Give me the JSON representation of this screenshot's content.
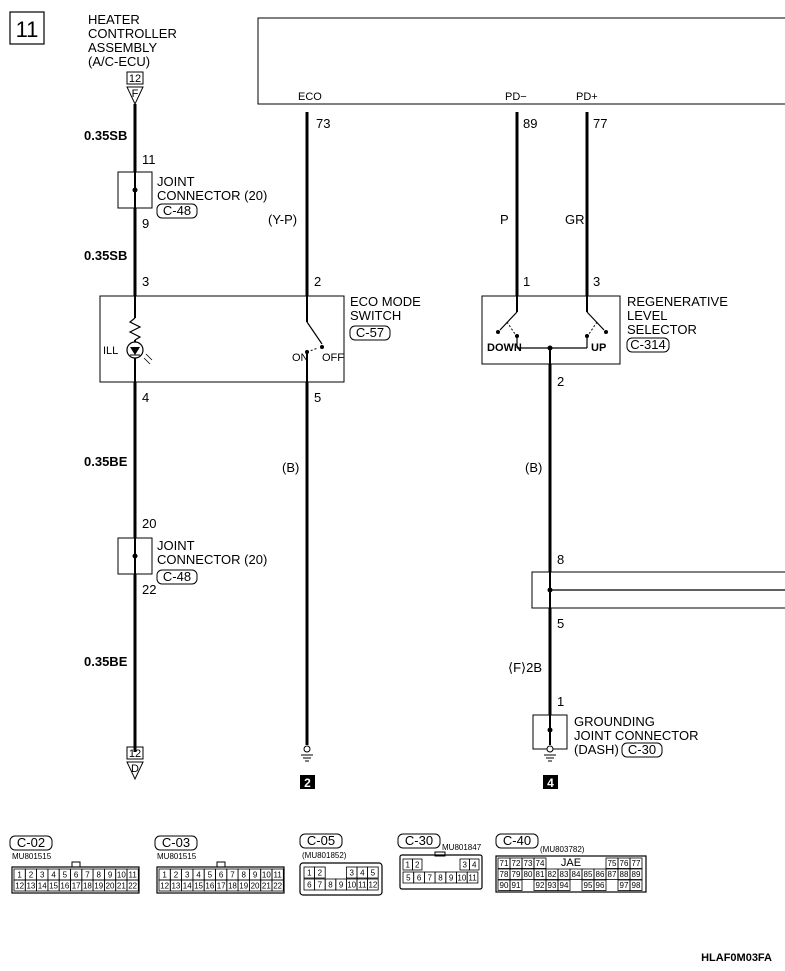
{
  "page_number": "11",
  "heater": {
    "title_lines": [
      "HEATER",
      "CONTROLLER",
      "ASSEMBLY",
      "(A/C-ECU)"
    ],
    "conn_num": "12",
    "conn_letter": "F",
    "wire1": "0.35SB",
    "pin_11": "11",
    "pin_9": "9",
    "wire2": "0.35SB",
    "pin_3": "3",
    "pin_4": "4",
    "wire3": "0.35BE",
    "pin_20": "20",
    "pin_22": "22",
    "wire4": "0.35BE",
    "bottom_conn_num": "12",
    "bottom_conn_letter": "D"
  },
  "jc1": {
    "lines": [
      "JOINT",
      "CONNECTOR (20)"
    ],
    "code": "C-48"
  },
  "jc2": {
    "lines": [
      "JOINT",
      "CONNECTOR (20)"
    ],
    "code": "C-48"
  },
  "ill_label": "ILL",
  "ecu_signals": {
    "eco": "ECO",
    "pdm": "PD−",
    "pdp": "PD+"
  },
  "eco": {
    "pin_73": "73",
    "wire1": "(Y-P)",
    "pin_2": "2",
    "pin_5": "5",
    "wire2": "(B)",
    "on": "ON",
    "off": "OFF",
    "title_lines": [
      "ECO MODE",
      "SWITCH"
    ],
    "code": "C-57",
    "ground_ref": "2"
  },
  "regen": {
    "pin_89": "89",
    "pin_77": "77",
    "wire_p": "P",
    "wire_gr": "GR",
    "pin_1": "1",
    "pin_3": "3",
    "down": "DOWN",
    "up": "UP",
    "title_lines": [
      "REGENERATIVE",
      "LEVEL",
      "SELECTOR"
    ],
    "code": "C-314",
    "pin_2": "2",
    "wire_b": "(B)",
    "pin_8": "8",
    "pin_5": "5",
    "wire_2b": "⟨F⟩2B",
    "pin_1b": "1"
  },
  "gjc": {
    "lines": [
      "GROUNDING",
      "JOINT CONNECTOR",
      "(DASH)"
    ],
    "code": "C-30",
    "ground_ref": "4"
  },
  "connectors": {
    "c02": {
      "code": "C-02",
      "part": "MU801515",
      "row1": [
        "1",
        "2",
        "3",
        "4",
        "5",
        "6",
        "7",
        "8",
        "9",
        "10",
        "11"
      ],
      "row2": [
        "12",
        "13",
        "14",
        "15",
        "16",
        "17",
        "18",
        "19",
        "20",
        "21",
        "22"
      ]
    },
    "c03": {
      "code": "C-03",
      "part": "MU801515",
      "row1": [
        "1",
        "2",
        "3",
        "4",
        "5",
        "6",
        "7",
        "8",
        "9",
        "10",
        "11"
      ],
      "row2": [
        "12",
        "13",
        "14",
        "15",
        "16",
        "17",
        "18",
        "19",
        "20",
        "21",
        "22"
      ]
    },
    "c05": {
      "code": "C-05",
      "part": "(MU801852)",
      "row1": [
        "1",
        "2",
        "",
        "",
        "3",
        "4",
        "5"
      ],
      "row2": [
        "6",
        "7",
        "8",
        "9",
        "10",
        "11",
        "12"
      ]
    },
    "c30": {
      "code": "C-30",
      "part": "MU801847",
      "row1": [
        "1",
        "2",
        "",
        "",
        "",
        "",
        "3",
        "4"
      ],
      "row2": [
        "5",
        "6",
        "7",
        "8",
        "9",
        "10",
        "11"
      ]
    },
    "c40": {
      "code": "C-40",
      "part": "(MU803782)",
      "jae": "JAE",
      "row1": [
        "71",
        "72",
        "73",
        "74",
        "",
        "",
        "",
        "",
        "",
        "75",
        "76",
        "77"
      ],
      "row2": [
        "78",
        "79",
        "80",
        "81",
        "82",
        "83",
        "84",
        "85",
        "86",
        "87",
        "88",
        "89"
      ],
      "row3": [
        "90",
        "91",
        "",
        "92",
        "93",
        "94",
        "",
        "95",
        "96",
        "",
        "97",
        "98"
      ]
    }
  },
  "figure_id": "HLAF0M03FA"
}
